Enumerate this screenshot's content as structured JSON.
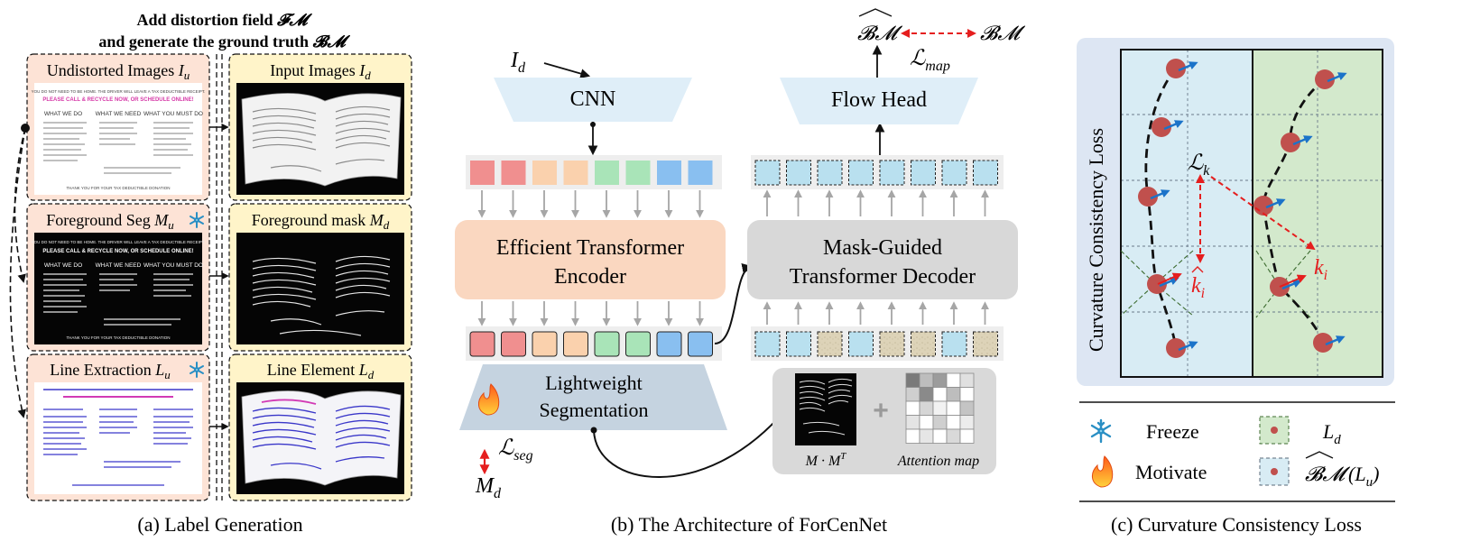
{
  "panel_a": {
    "header_line1": "Add distortion field ",
    "header_fm": "𝓕𝓜",
    "header_line2": "and generate the ground truth ",
    "header_bm": "𝓑𝓜",
    "undistorted_title": "Undistorted Images ",
    "undistorted_sym": "I",
    "undistorted_sub": "u",
    "input_title": "Input Images ",
    "input_sym": "I",
    "input_sub": "d",
    "fgseg_title": "Foreground Seg ",
    "fgseg_sym": "M",
    "fgseg_sub": "u",
    "fgmask_title": "Foreground mask ",
    "fgmask_sym": "M",
    "fgmask_sub": "d",
    "lineext_title": "Line Extraction ",
    "lineext_sym": "L",
    "lineext_sub": "u",
    "lineel_title": "Line Element ",
    "lineel_sym": "L",
    "lineel_sub": "d",
    "doc_line1": "YOU DO NOT NEED TO BE HOME. THE DRIVER WILL LEAVE A TAX DEDUCTIBLE RECEIPT.",
    "doc_line2": "PLEASE CALL & RECYCLE NOW, OR SCHEDULE ONLINE!",
    "doc_col1": "WHAT WE DO",
    "doc_col2": "WHAT WE NEED",
    "doc_col3": "WHAT YOU MUST DO",
    "doc_footer": "THANK YOU FOR YOUR TAX DEDUCTIBLE DONATION",
    "caption": "(a) Label Generation"
  },
  "panel_b": {
    "input_sym": "I",
    "input_sub": "d",
    "cnn": "CNN",
    "encoder_line1": "Efficient Transformer",
    "encoder_line2": "Encoder",
    "decoder_line1": "Mask-Guided",
    "decoder_line2": "Transformer Decoder",
    "flow_head": "Flow Head",
    "bm_hat": "𝓑𝓜",
    "bm": "𝓑𝓜",
    "loss_map_sym": "ℒ",
    "loss_map_sub": "map",
    "seg_line1": "Lightweight",
    "seg_line2": "Segmentation",
    "loss_seg_sym": "ℒ",
    "loss_seg_sub": "seg",
    "md_sym": "M",
    "md_sub": "d",
    "mmt_label": "M · M",
    "mmt_sup": "T",
    "attention_label": "Attention map",
    "plus": "+",
    "caption": "(b) The Architecture of ForCenNet",
    "colors": {
      "red": "#f08f8f",
      "peach": "#fad1ad",
      "green": "#a9e4b8",
      "blue": "#89bff0",
      "light_blue": "#b9e0ef",
      "tan": "#ddd3b8"
    }
  },
  "panel_c": {
    "vertical_title": "Curvature Consistency Loss",
    "lk_sym": "ℒ",
    "lk_sub": "k",
    "ki_hat_sym": "k",
    "ki_hat_sub": "i",
    "ki_sym": "k",
    "ki_sub": "i",
    "legend_freeze": "Freeze",
    "legend_motivate": "Motivate",
    "legend_ld_sym": "L",
    "legend_ld_sub": "d",
    "legend_bm": "𝓑𝓜",
    "legend_bm_arg": "(L",
    "legend_bm_sub": "u",
    "legend_bm_close": ")",
    "caption": "(c) Curvature Consistency Loss"
  }
}
